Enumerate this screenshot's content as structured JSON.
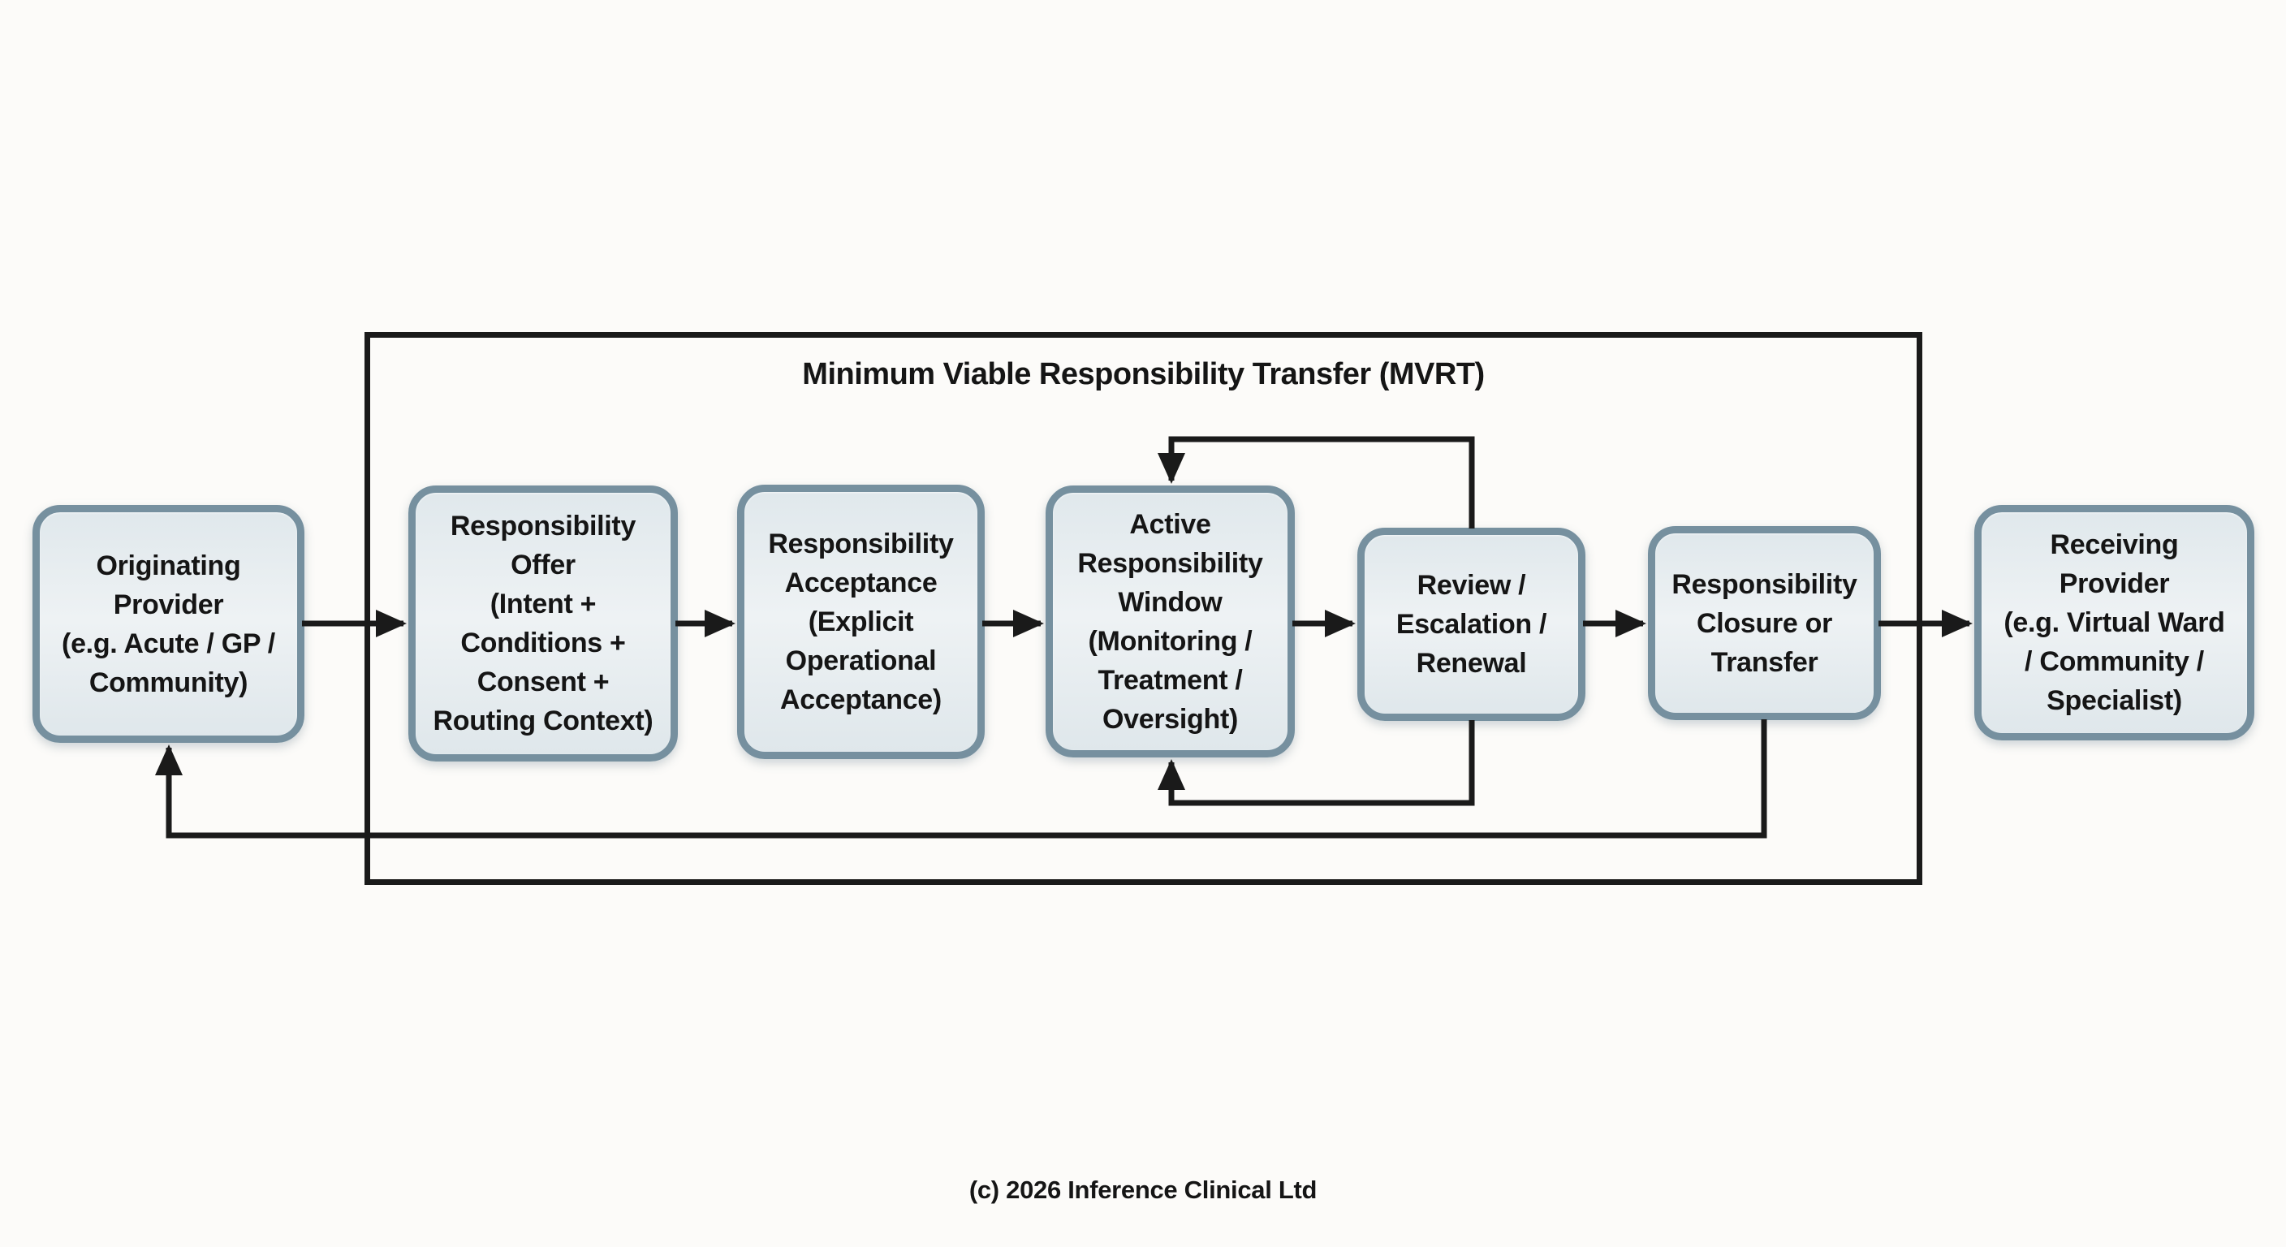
{
  "container": {
    "title": "Minimum Viable Responsibility Transfer (MVRT)"
  },
  "nodes": [
    {
      "id": "originating-provider",
      "label": "Originating\nProvider\n(e.g. Acute / GP /\nCommunity)"
    },
    {
      "id": "responsibility-offer",
      "label": "Responsibility\nOffer\n(Intent +\nConditions +\nConsent +\nRouting Context)"
    },
    {
      "id": "responsibility-acceptance",
      "label": "Responsibility\nAcceptance\n(Explicit\nOperational\nAcceptance)"
    },
    {
      "id": "active-responsibility-window",
      "label": "Active\nResponsibility\nWindow\n(Monitoring /\nTreatment /\nOversight)"
    },
    {
      "id": "review-escalation-renewal",
      "label": "Review /\nEscalation /\nRenewal"
    },
    {
      "id": "responsibility-closure",
      "label": "Responsibility\nClosure or\nTransfer"
    },
    {
      "id": "receiving-provider",
      "label": "Receiving\nProvider\n(e.g. Virtual Ward\n/ Community /\nSpecialist)"
    }
  ],
  "edges": [
    {
      "from": "originating-provider",
      "to": "responsibility-offer",
      "type": "forward"
    },
    {
      "from": "responsibility-offer",
      "to": "responsibility-acceptance",
      "type": "forward"
    },
    {
      "from": "responsibility-acceptance",
      "to": "active-responsibility-window",
      "type": "forward"
    },
    {
      "from": "active-responsibility-window",
      "to": "review-escalation-renewal",
      "type": "forward"
    },
    {
      "from": "review-escalation-renewal",
      "to": "responsibility-closure",
      "type": "forward"
    },
    {
      "from": "responsibility-closure",
      "to": "receiving-provider",
      "type": "forward"
    },
    {
      "from": "review-escalation-renewal",
      "to": "active-responsibility-window",
      "type": "loop-top"
    },
    {
      "from": "review-escalation-renewal",
      "to": "active-responsibility-window",
      "type": "loop-bottom"
    },
    {
      "from": "responsibility-closure",
      "to": "originating-provider",
      "type": "feedback"
    }
  ],
  "footer": {
    "copyright": "(c) 2026 Inference Clinical Ltd"
  },
  "colors": {
    "background": "#fcfbf9",
    "line_color": "#1a1a1a",
    "text_color": "#151515",
    "node_border": "#76909f",
    "node_fill": "#e7edf0"
  }
}
